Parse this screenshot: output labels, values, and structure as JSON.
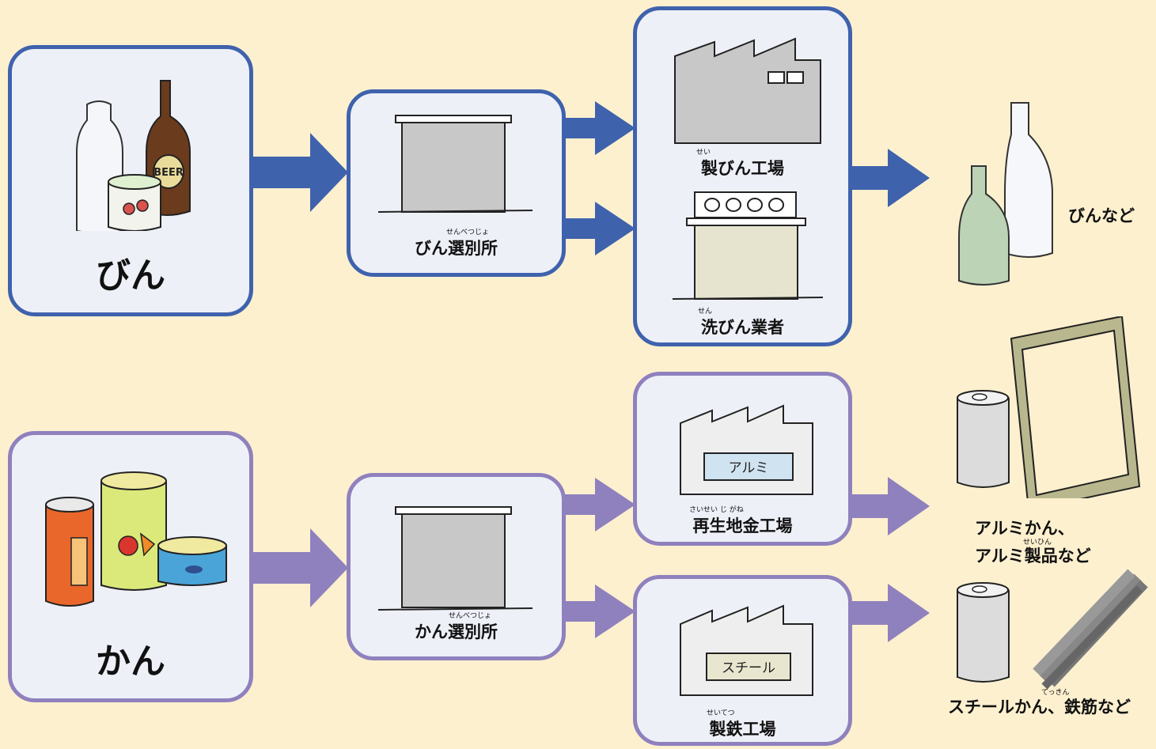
{
  "bin": {
    "source_label": "びん",
    "sorting_label": "びん選別所",
    "sorting_ruby": "せんべつじょ",
    "factory_label": "製びん工場",
    "factory_ruby": "せい",
    "washer_label": "洗びん業者",
    "washer_ruby": "せん",
    "product_label": "びんなど",
    "beer_text": "BEER"
  },
  "kan": {
    "source_label": "かん",
    "sorting_label": "かん選別所",
    "sorting_ruby": "せんべつじょ",
    "alu_factory_label": "再生地金工場",
    "alu_factory_ruby": "さいせい じ がね",
    "alu_sign": "アルミ",
    "steel_factory_label": "製鉄工場",
    "steel_factory_ruby": "せいてつ",
    "steel_sign": "スチール",
    "alu_product_line1": "アルミかん、",
    "alu_product_line2": "アルミ製品など",
    "alu_product_ruby": "せいひん",
    "steel_product_label": "スチールかん、鉄筋など",
    "steel_product_ruby": "てっきん"
  },
  "colors": {
    "background": "#fdf0cf",
    "bin_flow": "#3f62ad",
    "kan_flow": "#8f81bd",
    "box_fill": "#eef0f8"
  }
}
